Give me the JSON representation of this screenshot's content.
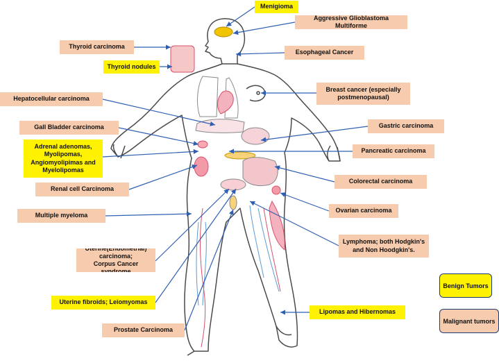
{
  "colors": {
    "benign": "#fff200",
    "malignant": "#f7cbad",
    "arrow": "#2f5fb3",
    "outline": "#4a4a4a",
    "organ_red": "#d8506a",
    "organ_yellow": "#f2c400",
    "vein_blue": "#5b9bd5"
  },
  "labels": {
    "menigioma": "Menigioma",
    "glioblastoma": "Aggressive Glioblastoma Multiforme",
    "thyroid_carcinoma": "Thyroid carcinoma",
    "esophageal": "Esophageal Cancer",
    "thyroid_nodules": "Thyroid nodules",
    "breast": "Breast cancer (especially\npostmenopausal)",
    "hepatocellular": "Hepatocellular carcinoma",
    "gallbladder": "Gall Bladder carcinoma",
    "gastric": "Gastric carcinoma",
    "adrenal": "Adrenal adenomas,\nMyolipomas,\nAngiomyolipimas and\nMyelolipomas",
    "pancreatic": "Pancreatic carcinoma",
    "colorectal": "Colorectal carcinoma",
    "renal": "Renal cell Carcinoma",
    "ovarian": "Ovarian carcinoma",
    "myeloma": "Multiple myeloma",
    "lymphoma": "Lymphoma; both Hodgkin's\nand Non Hoodgkin's.",
    "uterine_endometrial": "Uterine(Endometrial) carcinoma;\nCorpus Cancer syndrome",
    "uterine_fibroids": "Uterine fibroids; Leiomyomas",
    "lipomas": "Lipomas and Hibernomas",
    "prostate": "Prostate Carcinoma"
  },
  "legend": {
    "benign": "Benign Tumors",
    "malignant": "Malignant tumors"
  }
}
